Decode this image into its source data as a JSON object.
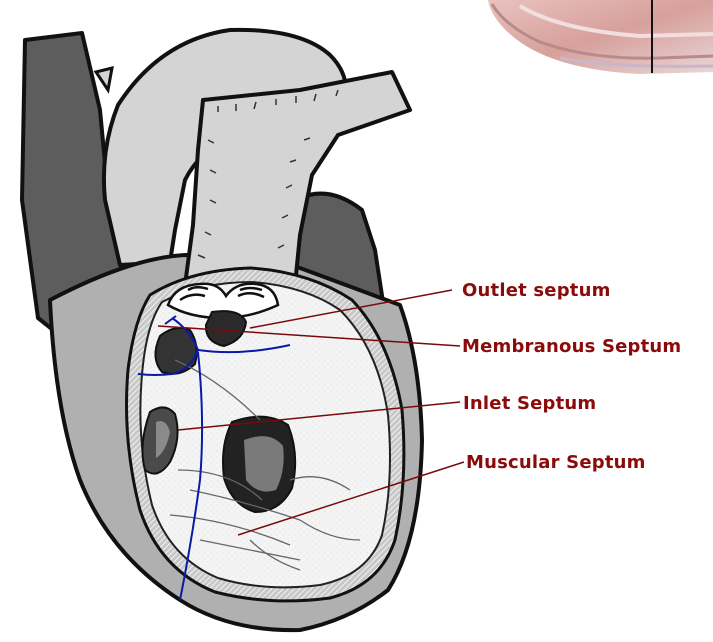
{
  "labels": {
    "outlet": "Outlet septum",
    "membranous": "Membranous Septum",
    "inlet": "Inlet Septum",
    "muscular": "Muscular Septum"
  },
  "colors": {
    "label_text": "#8b0a0a",
    "leader_line": "#7a0a0a",
    "septal_boundaries": "#0a1aa8",
    "dark_chambers": "#5a5a5a",
    "vessels": "#d6d6d6",
    "myocardium": "#b0b0b0",
    "photo_tissue": "#d9a5a0"
  }
}
